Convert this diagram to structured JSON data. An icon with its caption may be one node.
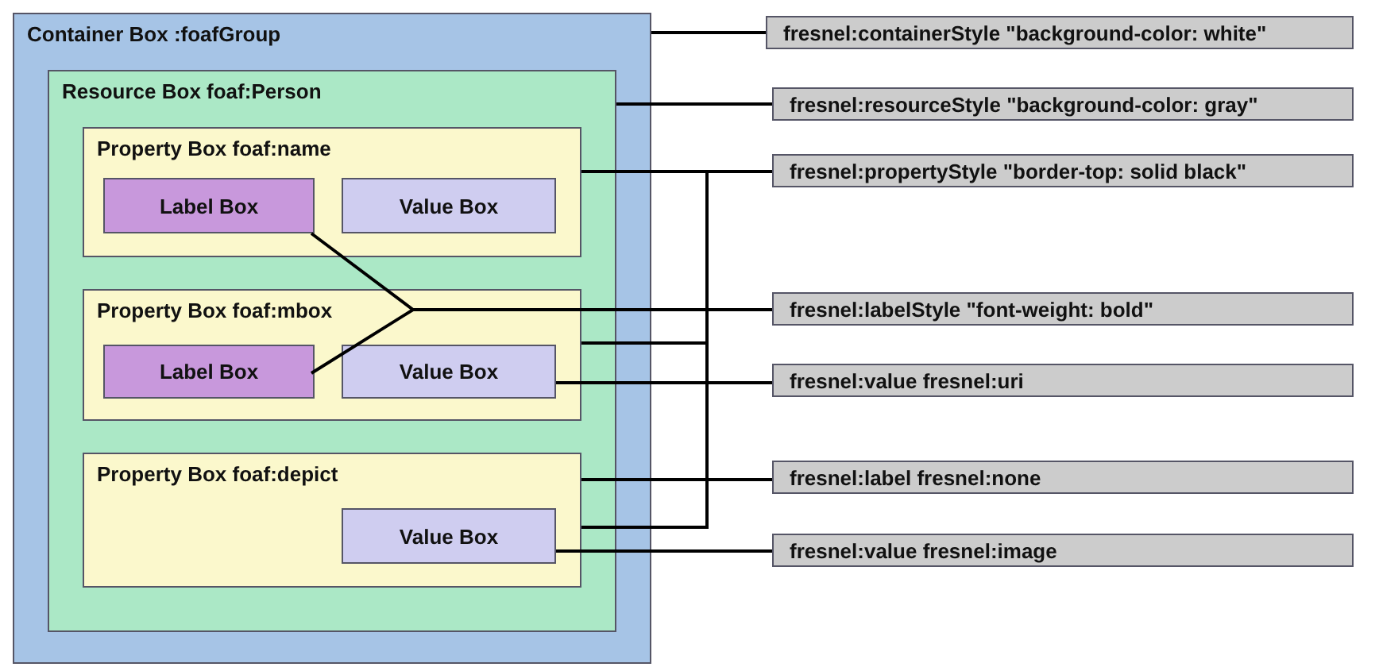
{
  "diagram": {
    "nodes": [
      {
        "text": [
          "Container Box :foafGroup"
        ]
      },
      {
        "text": [
          "Resource Box foaf:Person"
        ],
        "in": 0
      },
      {
        "text": [
          "Property Box foaf:name"
        ],
        "in": 1
      },
      {
        "text": [
          "Label Box"
        ],
        "in": 2
      },
      {
        "text": [
          "Value Box"
        ],
        "in": 2
      },
      {
        "text": [
          "Property Box foaf:mbox"
        ],
        "in": 1
      },
      {
        "text": [
          "Label Box"
        ],
        "in": 5
      },
      {
        "text": [
          "Value Box"
        ],
        "in": 5
      },
      {
        "text": [
          "Property Box foaf:depict"
        ],
        "in": 1
      },
      {
        "text": [
          "Value Box"
        ],
        "in": 8
      },
      {
        "text": [
          "fresnel:containerStyle \"background-color: white\""
        ]
      },
      {
        "text": [
          "fresnel:resourceStyle \"background-color: gray\""
        ]
      },
      {
        "text": [
          "fresnel:propertyStyle \"border-top: solid black\""
        ]
      },
      {
        "text": [
          "fresnel:labelStyle \"font-weight: bold\""
        ]
      },
      {
        "text": [
          "fresnel:value fresnel:uri"
        ]
      },
      {
        "text": [
          "fresnel:label fresnel:none"
        ]
      },
      {
        "text": [
          "fresnel:value fresnel:image"
        ]
      }
    ],
    "edges": [
      {
        "from": 0,
        "to": 10,
        "arrow": "none"
      },
      {
        "from": 1,
        "to": 11,
        "arrow": "none"
      },
      {
        "from": 2,
        "to": 12,
        "arrow": "none"
      },
      {
        "from": 5,
        "to": 12,
        "arrow": "none"
      },
      {
        "from": 8,
        "to": 12,
        "arrow": "none"
      },
      {
        "from": 3,
        "to": 13,
        "arrow": "none"
      },
      {
        "from": 6,
        "to": 13,
        "arrow": "none"
      },
      {
        "from": 7,
        "to": 14,
        "arrow": "none"
      },
      {
        "from": 8,
        "to": 15,
        "arrow": "none"
      },
      {
        "from": 9,
        "to": 16,
        "arrow": "none"
      }
    ]
  }
}
